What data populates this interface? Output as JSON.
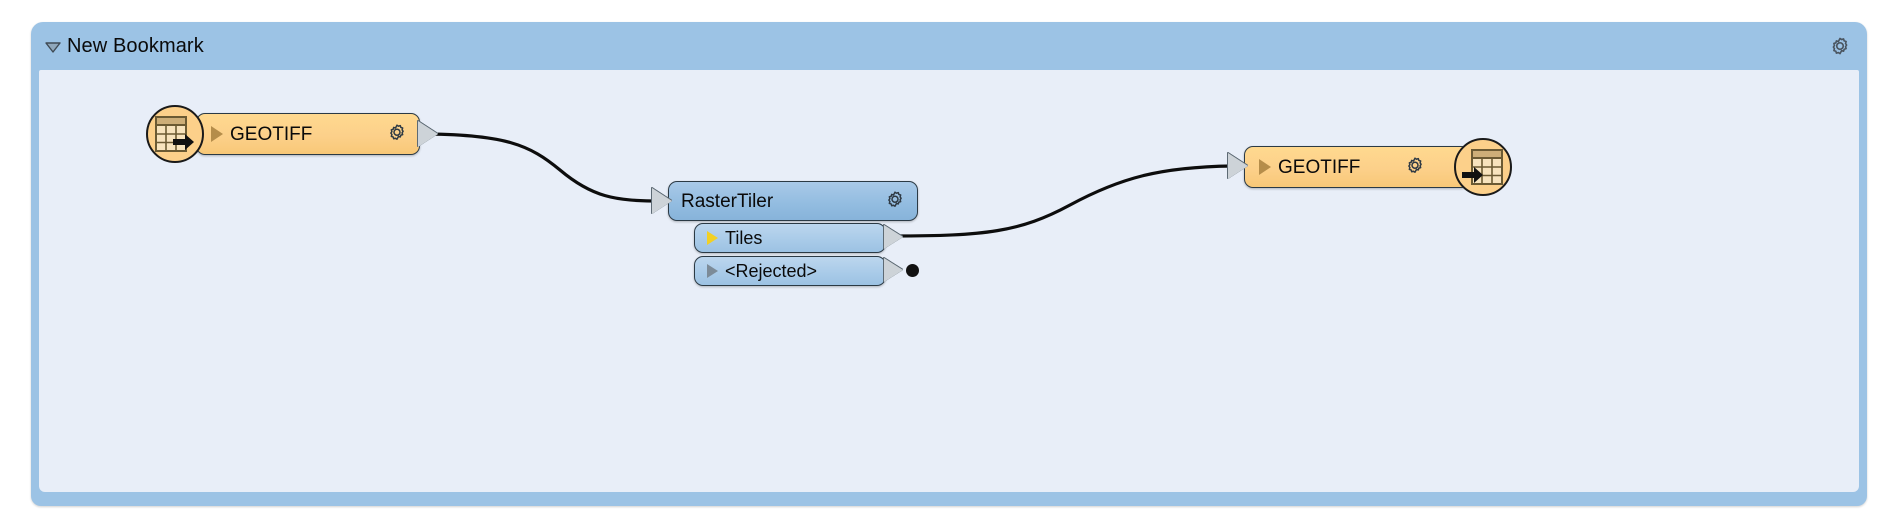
{
  "bookmark": {
    "title": "New Bookmark",
    "collapse_icon": "triangle-down-icon",
    "gear_icon": "gear-icon",
    "header_color": "#9cc3e5",
    "canvas_color": "#e8eef8"
  },
  "nodes": [
    {
      "id": "reader-geotiff",
      "type": "reader",
      "label": "GEOTIFF",
      "badge_icon": "table-export-icon",
      "gear_icon": "gear-icon",
      "port_glyph": "triangle-right-tan-icon",
      "color": "#fcd08a"
    },
    {
      "id": "transformer-rastertiler",
      "type": "transformer",
      "label": "RasterTiler",
      "gear_icon": "gear-icon",
      "color": "#92bce0",
      "ports": [
        {
          "label": "Tiles",
          "glyph": "triangle-right-yellow-icon",
          "connected": true
        },
        {
          "label": "<Rejected>",
          "glyph": "triangle-right-gray-icon",
          "connected": false
        }
      ]
    },
    {
      "id": "writer-geotiff",
      "type": "writer",
      "label": "GEOTIFF",
      "badge_icon": "table-import-icon",
      "gear_icon": "gear-icon",
      "port_glyph": "triangle-right-tan-icon",
      "color": "#fcd08a"
    }
  ],
  "connections": [
    {
      "from": "reader-geotiff",
      "to": "transformer-rastertiler"
    },
    {
      "from": "transformer-rastertiler.Tiles",
      "to": "writer-geotiff"
    }
  ]
}
